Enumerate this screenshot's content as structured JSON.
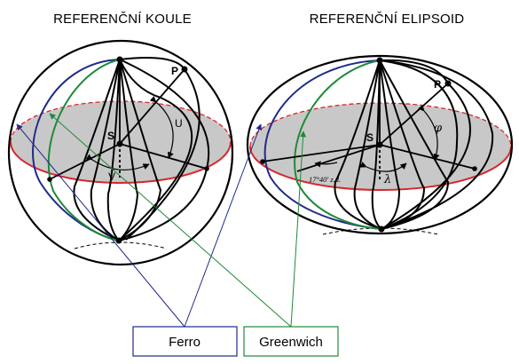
{
  "colors": {
    "ferro": "#1f2a8a",
    "greenwich": "#1f8a3a",
    "equator": "#d8262a",
    "equatorial_plane_fill": "#c8c8c8"
  },
  "left": {
    "title": "REFERENČNÍ KOULE",
    "center_label": "S",
    "point_label": "P",
    "latitude_label": "U",
    "longitude_label": "V"
  },
  "right": {
    "title": "REFERENČNÍ ELIPSOID",
    "center_label": "S",
    "point_label": "P",
    "latitude_label": "φ",
    "longitude_label": "λ",
    "offset_note": "17°40' z.d."
  },
  "legend": {
    "ferro": "Ferro",
    "greenwich": "Greenwich"
  }
}
